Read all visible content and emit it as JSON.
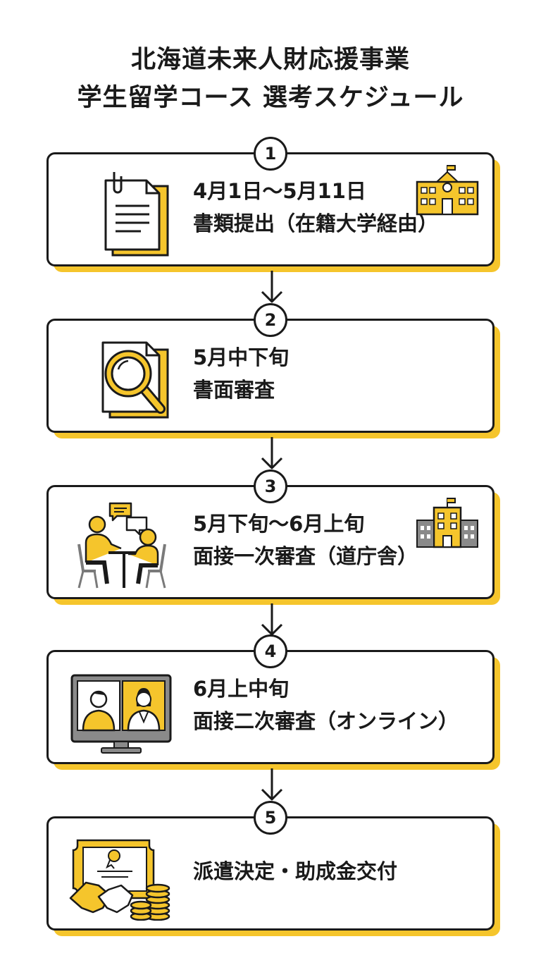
{
  "title": {
    "line1": "北海道未来人財応援事業",
    "line2": "学生留学コース 選考スケジュール"
  },
  "colors": {
    "accent": "#f5c52c",
    "ink": "#1a1a1a",
    "gray": "#7a7a7a"
  },
  "steps": [
    {
      "number": "1",
      "date": "4月1日～5月11日",
      "desc": "書類提出（在籍大学経由）",
      "icon": "document-icon",
      "side_icon": "school-icon"
    },
    {
      "number": "2",
      "date": "5月中下旬",
      "desc": "書面審査",
      "icon": "magnifier-document-icon"
    },
    {
      "number": "3",
      "date": "5月下旬～6月上旬",
      "desc": "面接一次審査（道庁舎）",
      "icon": "interview-icon",
      "side_icon": "office-building-icon"
    },
    {
      "number": "4",
      "date": "6月上中旬",
      "desc": "面接二次審査（オンライン）",
      "icon": "online-meeting-icon"
    },
    {
      "number": "5",
      "desc": "派遣決定・助成金交付",
      "icon": "certificate-handshake-coins-icon"
    }
  ]
}
